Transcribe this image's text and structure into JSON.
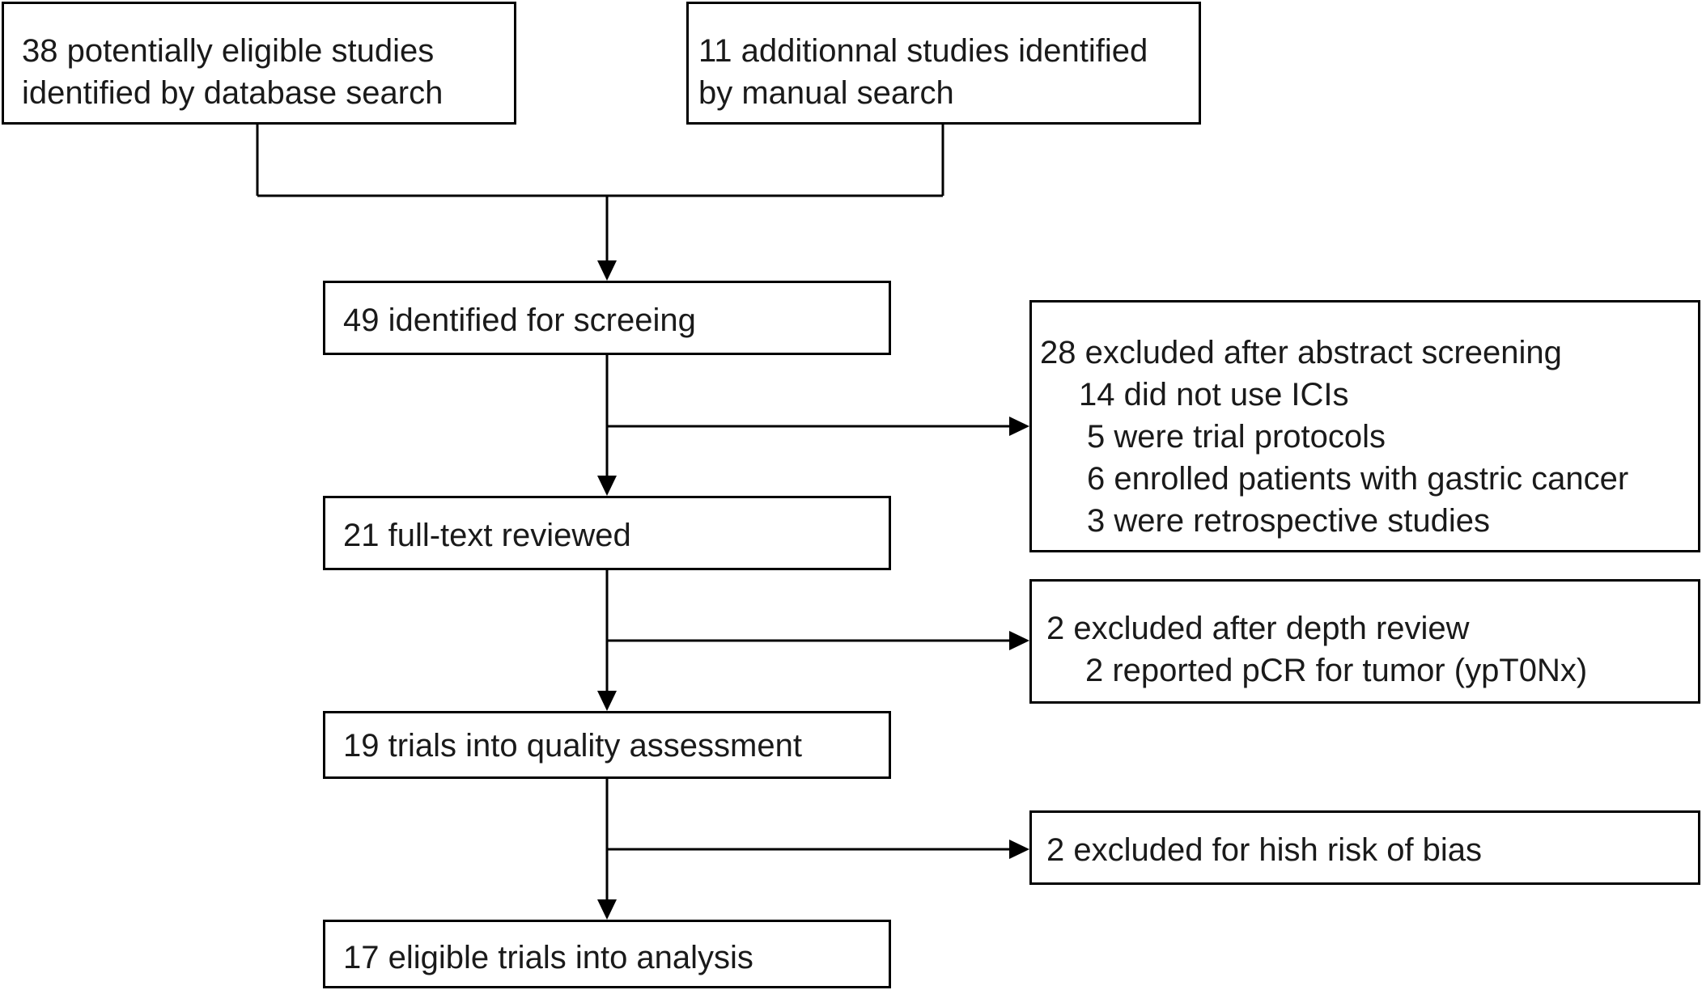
{
  "boxes": {
    "database_search": "38 potentially eligible studies identified by database search",
    "database_search_line1": "38 potentially eligible studies",
    "database_search_line2": "identified by database search",
    "manual_search_line1": "11 additionnal studies identified",
    "manual_search_line2": "by manual search",
    "screening": "49 identified for screeing",
    "full_text": "21 full-text reviewed",
    "quality": "19 trials into quality assessment",
    "analysis": "17 eligible trials into analysis"
  },
  "exclusions": {
    "abstract": {
      "title": "28 excluded after abstract screening",
      "items": [
        "14 did not use ICIs",
        "5 were trial protocols",
        "6 enrolled patients with gastric cancer",
        "3 were retrospective studies"
      ]
    },
    "depth": {
      "title": "2 excluded after depth review",
      "items": [
        "2 reported pCR for tumor (ypT0Nx)"
      ]
    },
    "bias": {
      "title": "2 excluded for hish risk of bias"
    }
  },
  "colors": {
    "stroke": "#000000",
    "text": "#1a1a1a",
    "background": "#ffffff"
  }
}
